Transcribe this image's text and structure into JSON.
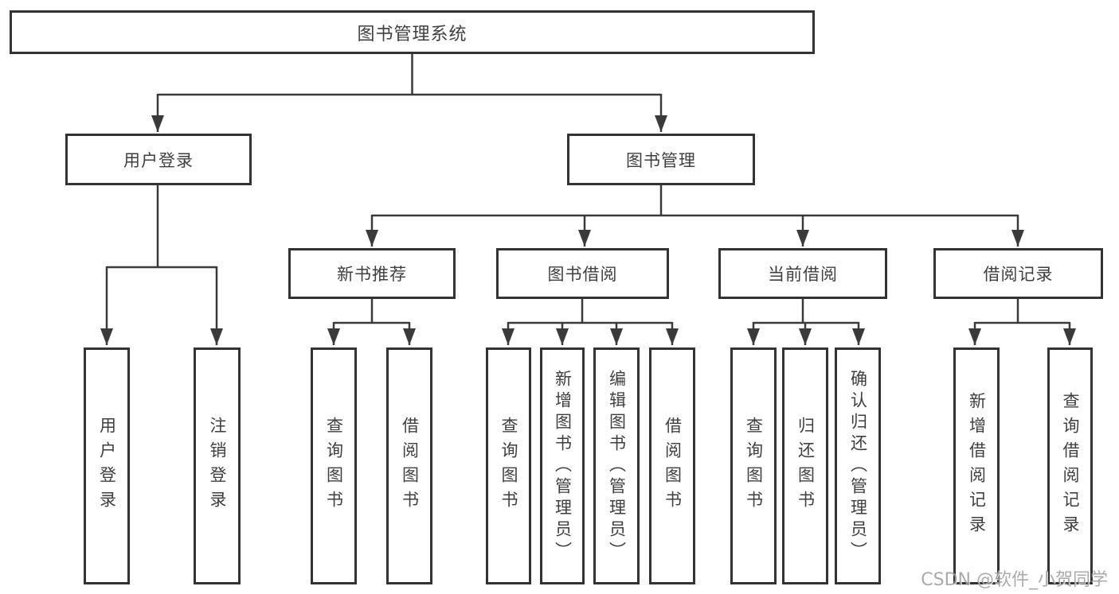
{
  "nodes": {
    "root": "图书管理系统",
    "level2": [
      "用户登录",
      "图书管理"
    ],
    "level3": [
      "新书推荐",
      "图书借阅",
      "当前借阅",
      "借阅记录"
    ],
    "leaves": [
      "用户登录",
      "注销登录",
      "查询图书",
      "借阅图书",
      "查询图书",
      "新增图书（管理员）",
      "编辑图书（管理员）",
      "借阅图书",
      "查询图书",
      "归还图书",
      "确认归还（管理员）",
      "新增借阅记录",
      "查询借阅记录"
    ]
  },
  "watermark": "CSDN @软件_小贺同学",
  "colors": {
    "background": "#ffffff",
    "line": "#3a3a3a",
    "box_border": "#333333",
    "text": "#3f3f3f",
    "watermark": "#9c9c9c"
  }
}
